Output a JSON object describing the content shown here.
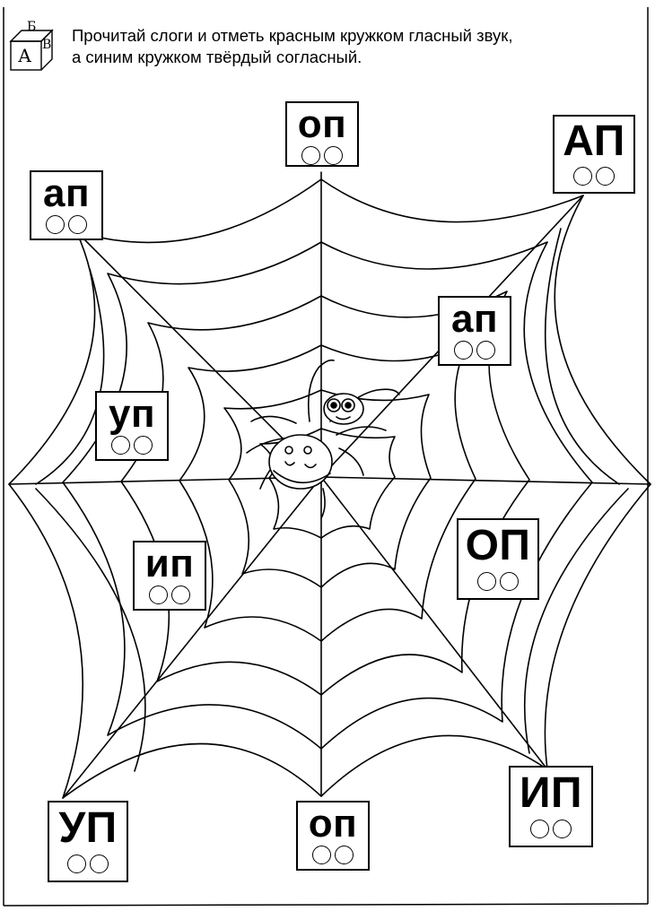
{
  "instruction": {
    "line1": "Прочитай слоги и отметь красным кружком гласный звук,",
    "line2": "а синим кружком твёрдый согласный."
  },
  "alphabet_cube": {
    "top": "Б",
    "front": "А",
    "side": "В"
  },
  "cards": [
    {
      "id": "c1",
      "syllable": "оп"
    },
    {
      "id": "c2",
      "syllable": "АП"
    },
    {
      "id": "c3",
      "syllable": "ап"
    },
    {
      "id": "c4",
      "syllable": "ап"
    },
    {
      "id": "c5",
      "syllable": "уп"
    },
    {
      "id": "c6",
      "syllable": "ОП"
    },
    {
      "id": "c7",
      "syllable": "ип"
    },
    {
      "id": "c8",
      "syllable": "ИП"
    },
    {
      "id": "c9",
      "syllable": "УП"
    },
    {
      "id": "c10",
      "syllable": "оп"
    }
  ]
}
